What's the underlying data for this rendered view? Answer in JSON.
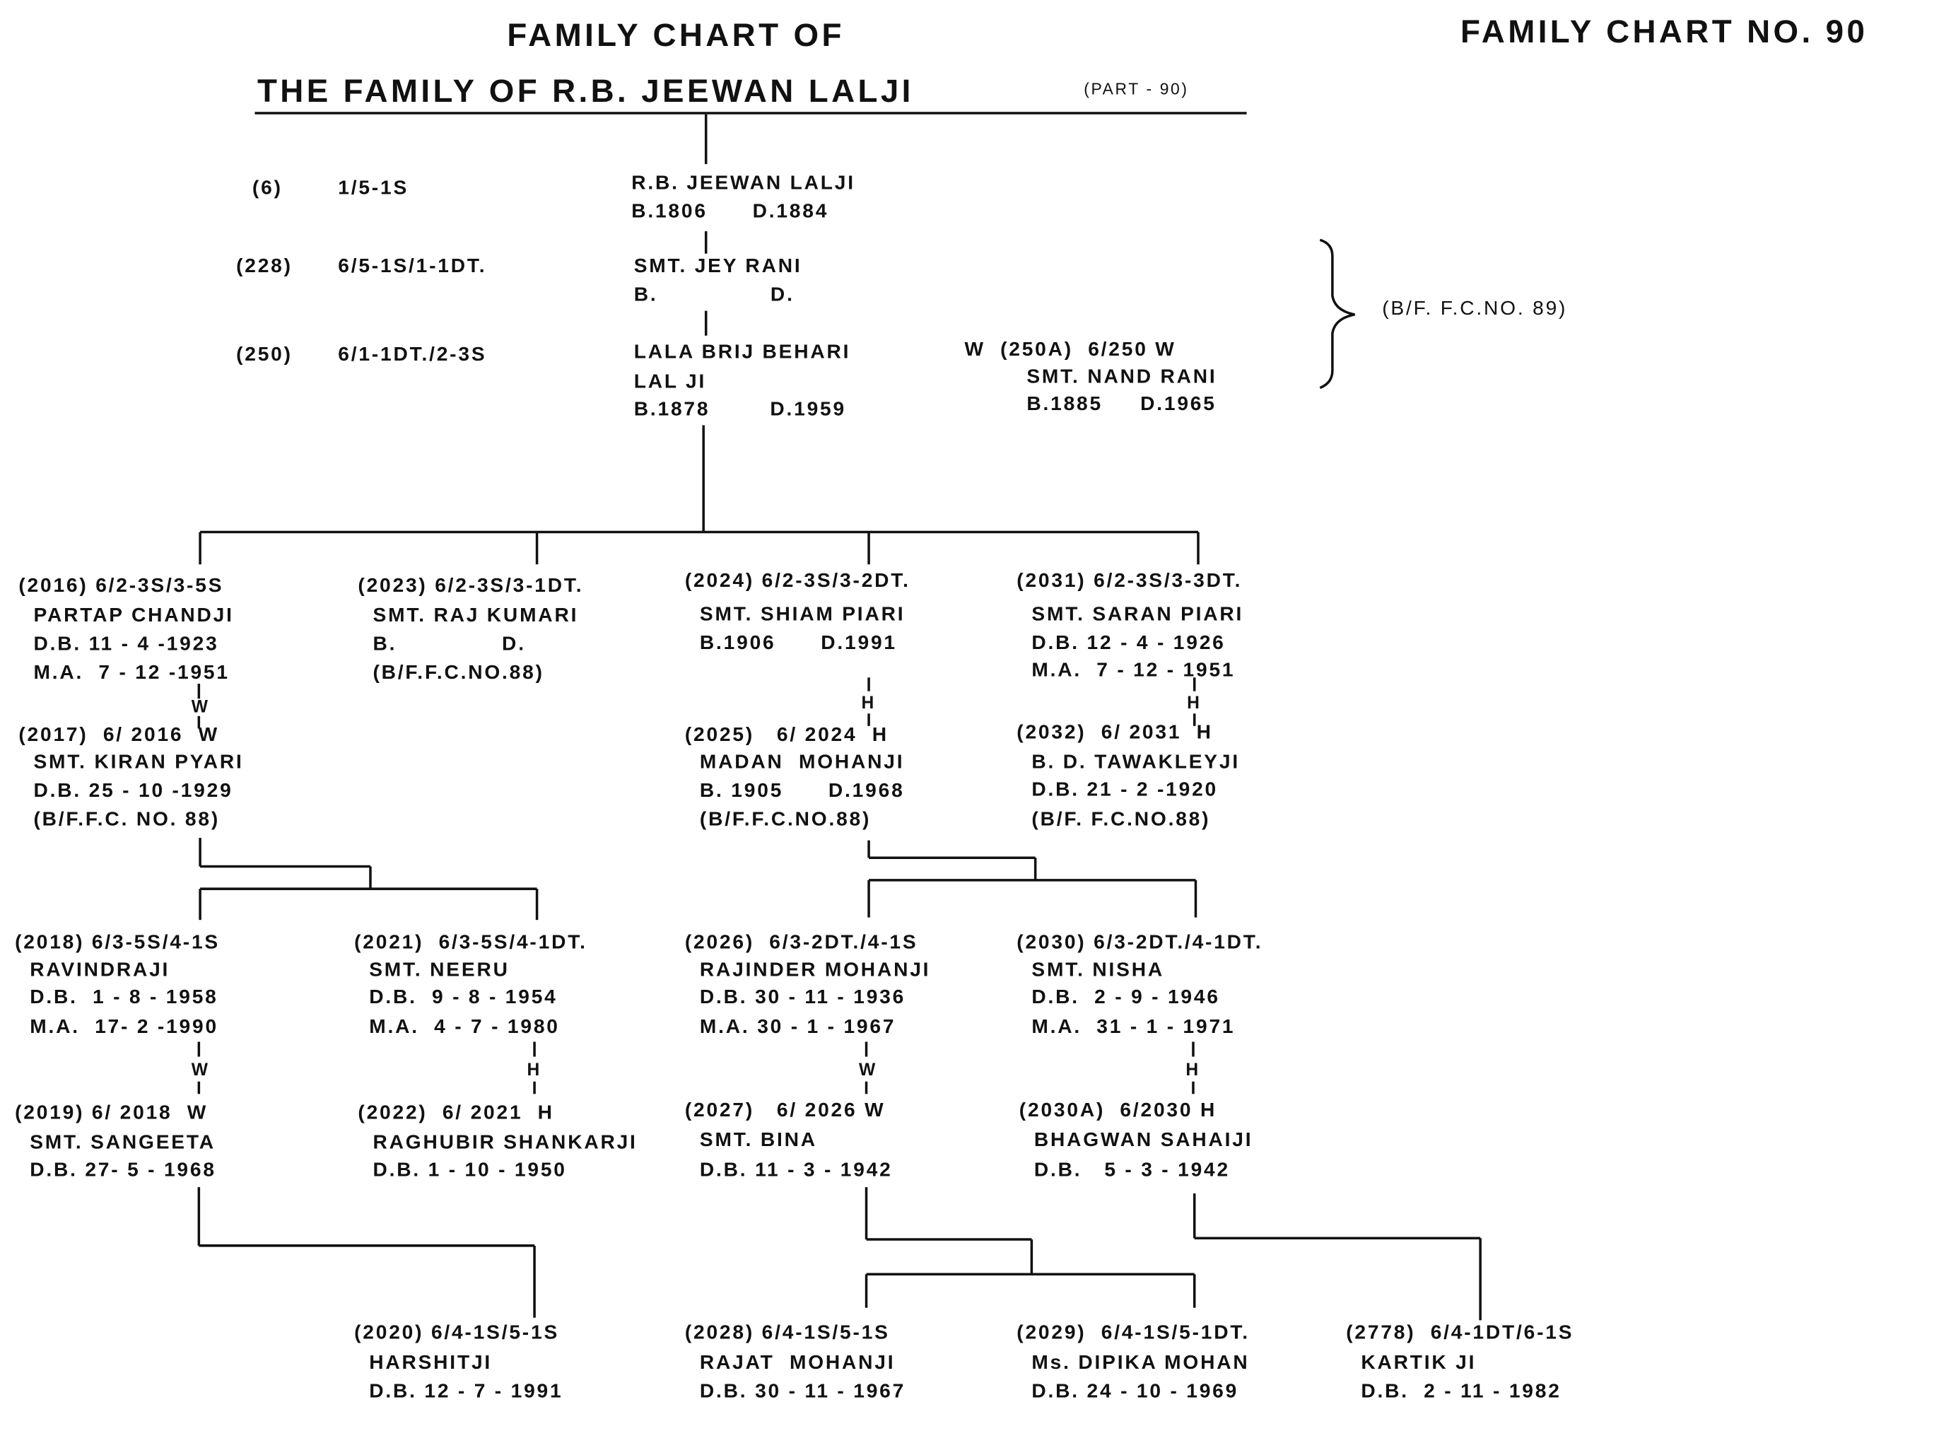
{
  "header": {
    "title_line1": "FAMILY CHART OF",
    "title_line2": "THE FAMILY OF R.B. JEEWAN LALJI",
    "part": "(PART - 90)",
    "chart_no": "FAMILY CHART NO. 90"
  },
  "ancestors": [
    {
      "num": "(6)",
      "code": "1/5-1S",
      "name": "R.B. JEEWAN LALJI",
      "dates": "B.1806      D.1884"
    },
    {
      "num": "(228)",
      "code": "6/5-1S/1-1DT.",
      "name": "SMT. JEY RANI",
      "dates": "B.               D."
    },
    {
      "num": "(250)",
      "code": "6/1-1DT./2-3S",
      "name": "LALA BRIJ BEHARI",
      "name2": "LAL JI",
      "dates": "B.1878        D.1959"
    }
  ],
  "ancestor_spouse": {
    "header": "W  (250A)  6/250 W",
    "name": "SMT. NAND RANI",
    "dates": "B.1885     D.1965"
  },
  "brace_note": "(B/F. F.C.NO. 89)",
  "persons": [
    {
      "id": "2016",
      "lines": [
        "(2016) 6/2-3S/3-5S",
        "PARTAP CHANDJI",
        "D.B. 11 - 4 -1923",
        "M.A.  7 - 12 -1951"
      ]
    },
    {
      "id": "2023",
      "lines": [
        "(2023) 6/2-3S/3-1DT.",
        "SMT. RAJ KUMARI",
        "B.              D.",
        "(B/F.F.C.NO.88)"
      ]
    },
    {
      "id": "2024",
      "lines": [
        "(2024) 6/2-3S/3-2DT.",
        "SMT. SHIAM PIARI",
        "B.1906      D.1991"
      ]
    },
    {
      "id": "2031",
      "lines": [
        "(2031) 6/2-3S/3-3DT.",
        "SMT. SARAN PIARI",
        "D.B. 12 - 4 - 1926",
        "M.A.  7 - 12 - 1951"
      ]
    },
    {
      "id": "2017",
      "lines": [
        "(2017)  6/ 2016  W",
        "SMT. KIRAN PYARI",
        "D.B. 25 - 10 -1929",
        "(B/F.F.C. NO. 88)"
      ]
    },
    {
      "id": "2025",
      "lines": [
        "(2025)   6/ 2024  H",
        "MADAN  MOHANJI",
        "B. 1905      D.1968",
        "(B/F.F.C.NO.88)"
      ]
    },
    {
      "id": "2032",
      "lines": [
        "(2032)  6/ 2031  H",
        "B. D. TAWAKLEYJI",
        "D.B. 21 - 2 -1920",
        "(B/F. F.C.NO.88)"
      ]
    },
    {
      "id": "2018",
      "lines": [
        "(2018) 6/3-5S/4-1S",
        "RAVINDRAJI",
        "D.B.  1 - 8 - 1958",
        "M.A.  17- 2 -1990"
      ]
    },
    {
      "id": "2021",
      "lines": [
        "(2021)  6/3-5S/4-1DT.",
        "SMT. NEERU",
        "D.B.  9 - 8 - 1954",
        "M.A.  4 - 7 - 1980"
      ]
    },
    {
      "id": "2026",
      "lines": [
        "(2026)  6/3-2DT./4-1S",
        "RAJINDER MOHANJI",
        "D.B. 30 - 11 - 1936",
        "M.A. 30 - 1 - 1967"
      ]
    },
    {
      "id": "2030",
      "lines": [
        "(2030) 6/3-2DT./4-1DT.",
        "SMT. NISHA",
        "D.B.  2 - 9 - 1946",
        "M.A.  31 - 1 - 1971"
      ]
    },
    {
      "id": "2019",
      "lines": [
        "(2019) 6/ 2018  W",
        "SMT. SANGEETA",
        "D.B. 27- 5 - 1968"
      ]
    },
    {
      "id": "2022",
      "lines": [
        "(2022)  6/ 2021  H",
        "RAGHUBIR SHANKARJI",
        "D.B. 1 - 10 - 1950"
      ]
    },
    {
      "id": "2027",
      "lines": [
        "(2027)   6/ 2026 W",
        "SMT. BINA",
        "D.B. 11 - 3 - 1942"
      ]
    },
    {
      "id": "2030A",
      "lines": [
        "(2030A)  6/2030 H",
        "BHAGWAN SAHAIJI",
        "D.B.   5 - 3 - 1942"
      ]
    },
    {
      "id": "2020",
      "lines": [
        "(2020) 6/4-1S/5-1S",
        "HARSHITJI",
        "D.B. 12 - 7 - 1991"
      ]
    },
    {
      "id": "2028",
      "lines": [
        "(2028) 6/4-1S/5-1S",
        "RAJAT  MOHANJI",
        "D.B. 30 - 11 - 1967"
      ]
    },
    {
      "id": "2029",
      "lines": [
        "(2029)  6/4-1S/5-1DT.",
        "Ms. DIPIKA MOHAN",
        "D.B. 24 - 10 - 1969"
      ]
    },
    {
      "id": "2778",
      "lines": [
        "(2778)  6/4-1DT/6-1S",
        "KARTIK JI",
        "D.B.  2 - 11 - 1982"
      ]
    }
  ],
  "relation_marks": {
    "wife": "W",
    "husband": "H"
  }
}
